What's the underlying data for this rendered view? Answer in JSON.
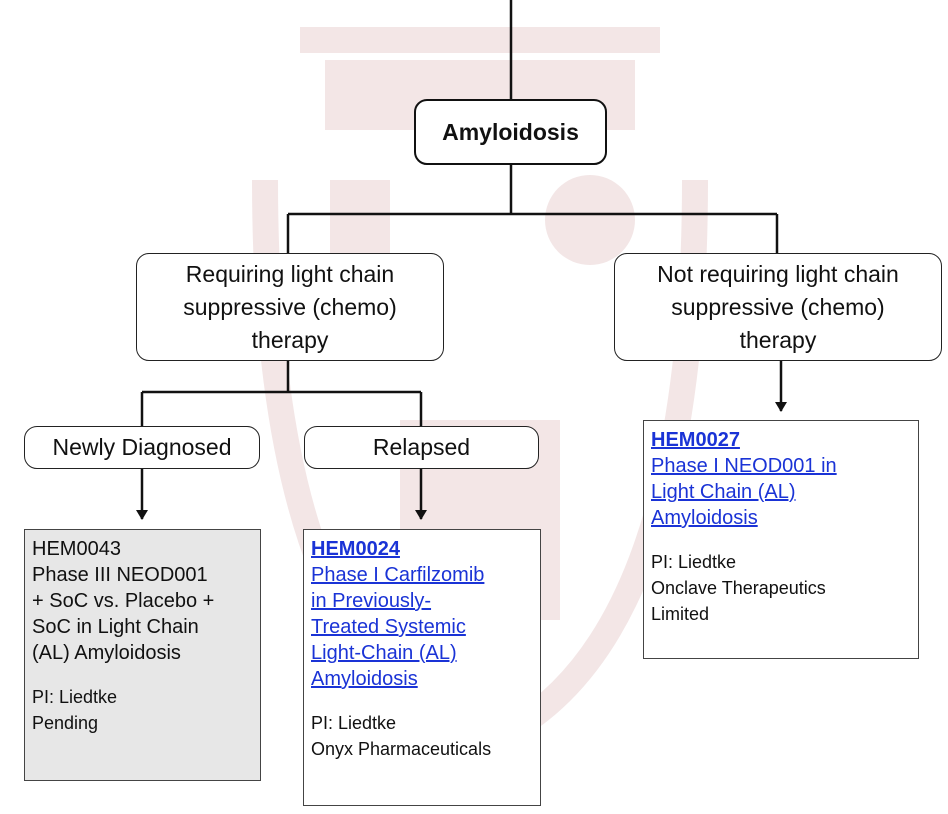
{
  "colors": {
    "link": "#1a33d6",
    "pending_fill": "#e7e7e7",
    "watermark": "#f3e6e6"
  },
  "root": {
    "label": "Amyloidosis"
  },
  "branches": {
    "requiring": {
      "lines": [
        "Requiring light chain",
        "suppressive (chemo)",
        "therapy"
      ]
    },
    "not_requiring": {
      "lines": [
        "Not requiring light chain",
        "suppressive (chemo)",
        "therapy"
      ]
    }
  },
  "subbranches": {
    "newly_diagnosed": {
      "label": "Newly Diagnosed"
    },
    "relapsed": {
      "label": "Relapsed"
    }
  },
  "trials": {
    "hem0043": {
      "id": "HEM0043",
      "title_lines": [
        "Phase III NEOD001",
        "+ SoC vs. Placebo +",
        "SoC in Light Chain",
        "(AL) Amyloidosis"
      ],
      "pi": "PI: Liedtke",
      "sponsor_lines": [
        "Pending"
      ],
      "status": "pending"
    },
    "hem0024": {
      "id": "HEM0024",
      "title_lines": [
        "Phase I Carfilzomib",
        "in Previously-",
        "Treated Systemic",
        "Light-Chain (AL)",
        "Amyloidosis"
      ],
      "pi": "PI: Liedtke",
      "sponsor_lines": [
        "Onyx Pharmaceuticals"
      ]
    },
    "hem0027": {
      "id": "HEM0027",
      "title_lines": [
        "Phase I NEOD001 in",
        "Light Chain (AL)",
        "Amyloidosis"
      ],
      "pi": "PI: Liedtke",
      "sponsor_lines": [
        "Onclave Therapeutics",
        "Limited"
      ]
    }
  }
}
